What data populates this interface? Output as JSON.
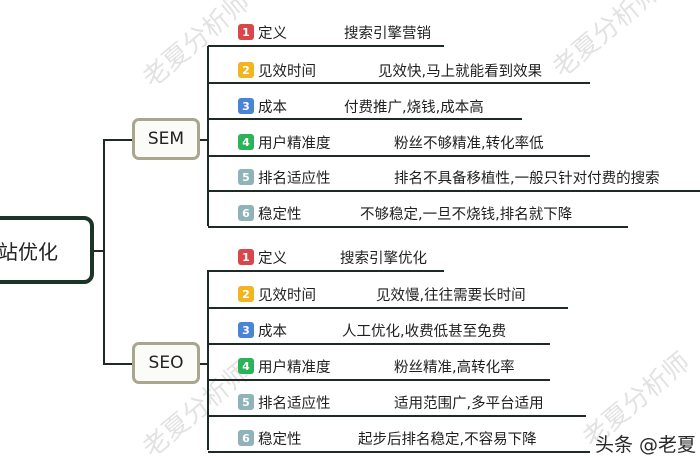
{
  "root": {
    "label": "站优化"
  },
  "branches": [
    {
      "label": "SEM",
      "items": [
        {
          "num": "1",
          "label": "定义",
          "value": "搜索引擎营销"
        },
        {
          "num": "2",
          "label": "见效时间",
          "value": "见效快,马上就能看到效果"
        },
        {
          "num": "3",
          "label": "成本",
          "value": "付费推广,烧钱,成本高"
        },
        {
          "num": "4",
          "label": "用户精准度",
          "value": "粉丝不够精准,转化率低"
        },
        {
          "num": "5",
          "label": "排名适应性",
          "value": "排名不具备移植性,一般只针对付费的搜索"
        },
        {
          "num": "6",
          "label": "稳定性",
          "value": "不够稳定,一旦不烧钱,排名就下降"
        }
      ]
    },
    {
      "label": "SEO",
      "items": [
        {
          "num": "1",
          "label": "定义",
          "value": "搜索引擎优化"
        },
        {
          "num": "2",
          "label": "见效时间",
          "value": "见效慢,往往需要长时间"
        },
        {
          "num": "3",
          "label": "成本",
          "value": "人工优化,收费低甚至免费"
        },
        {
          "num": "4",
          "label": "用户精准度",
          "value": "粉丝精准,高转化率"
        },
        {
          "num": "5",
          "label": "排名适应性",
          "value": "适用范围广,多平台适用"
        },
        {
          "num": "6",
          "label": "稳定性",
          "value": "起步后排名稳定,不容易下降"
        }
      ]
    }
  ],
  "badge_colors": [
    "#d9474a",
    "#f0b521",
    "#4a84d6",
    "#2bb35a",
    "#8fb3b8",
    "#8fb3b8"
  ],
  "watermark": "老夏分析师",
  "credit": "头条 @老夏"
}
